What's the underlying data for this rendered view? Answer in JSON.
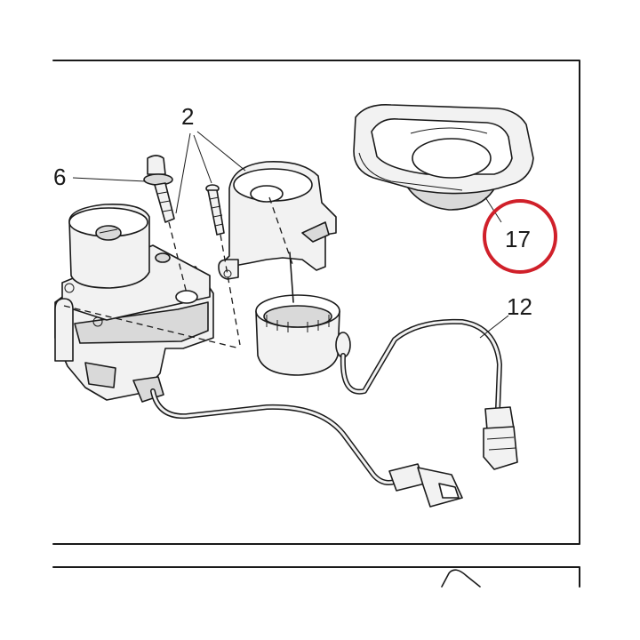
{
  "callouts": [
    {
      "id": "2",
      "label": "2"
    },
    {
      "id": "6",
      "label": "6"
    },
    {
      "id": "12",
      "label": "12"
    },
    {
      "id": "17",
      "label": "17"
    }
  ],
  "colors": {
    "line": "#1a1a1a",
    "highlight_circle": "#d0202a",
    "part_fill": "#f2f2f2",
    "part_shadow": "#d9d9d9"
  }
}
